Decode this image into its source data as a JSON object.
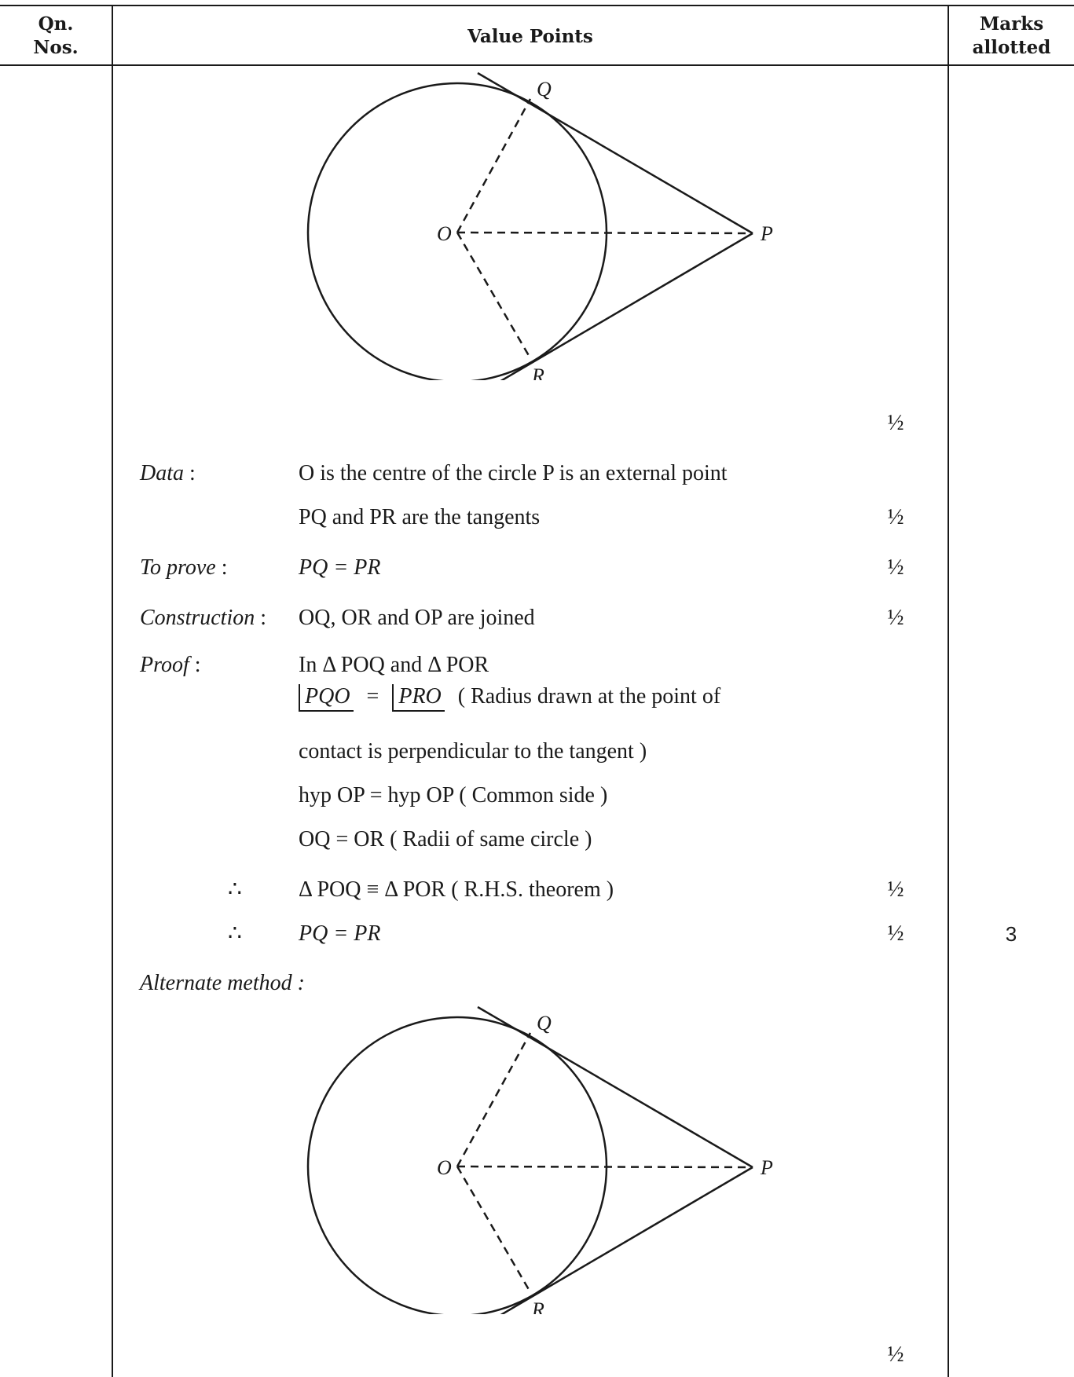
{
  "header": {
    "qn_nos": "Qn.\nNos.",
    "value_points": "Value Points",
    "marks_allotted": "Marks\nallotted"
  },
  "figure": {
    "label_o": "O",
    "label_p": "P",
    "label_q": "Q",
    "label_r": "R"
  },
  "figure_mark": "½",
  "data_label": "Data",
  "data_line1": "O is the centre of the circle P is an external point",
  "data_line2": "PQ and PR are the tangents",
  "data_mark": "½",
  "prove_label": "To prove",
  "prove_text": "PQ  =  PR",
  "prove_mark": "½",
  "construction_label": "Construction",
  "construction_text": "OQ,  OR and OP are joined",
  "construction_mark": "½",
  "proof_label": "Proof",
  "proof_line1": "In Δ POQ  and Δ POR",
  "proof_angle1": "PQO",
  "proof_eq": "=",
  "proof_angle2": "PRO",
  "proof_reason1": "( Radius drawn at the point of",
  "proof_line3": "contact is perpendicular to the tangent )",
  "proof_line4": "hyp  OP  =  hyp  OP  ( Common side )",
  "proof_line5": "OQ  =  OR  ( Radii of same circle )",
  "therefore1": "∴",
  "congruence": "Δ POQ  ≡  Δ POR    ( R.H.S. theorem )",
  "congruence_mark": "½",
  "therefore2": "∴",
  "conclusion": "PQ  =  PR",
  "conclusion_mark": "½",
  "total_marks": "3",
  "alternate_label": "Alternate method :",
  "alt_figure_mark": "½"
}
